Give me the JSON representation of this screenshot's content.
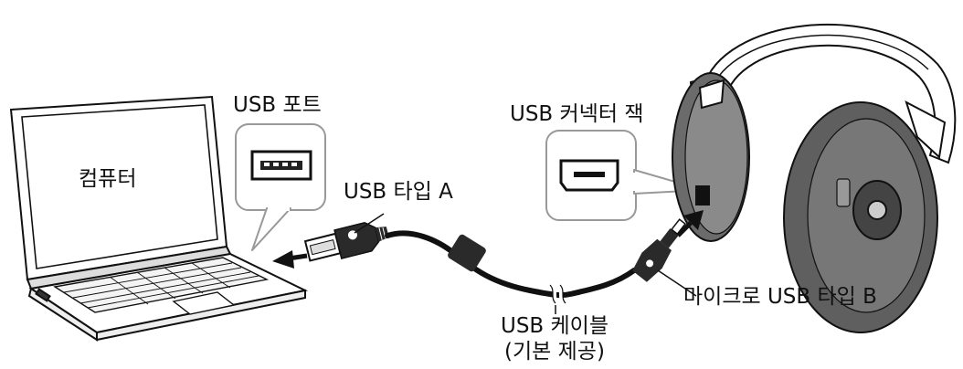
{
  "labels": {
    "computer": "컴퓨터",
    "usb_port": "USB 포트",
    "usb_type_a": "USB 타입 A",
    "usb_connector_jack": "USB 커넥터 잭",
    "micro_usb_type_b": "마이크로 USB 타입 B",
    "usb_cable": "USB 케이블",
    "usb_cable_note": "(기본 제공)"
  }
}
